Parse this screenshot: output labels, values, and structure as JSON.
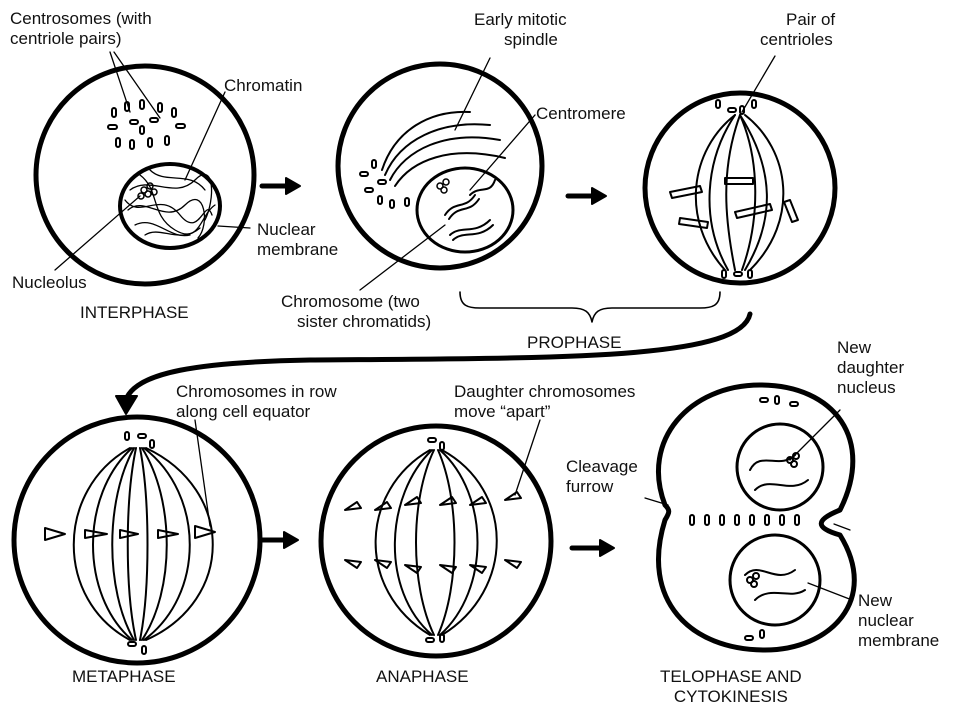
{
  "labels": {
    "centrosomes_l1": "Centrosomes (with",
    "centrosomes_l2": "centriole pairs)",
    "chromatin": "Chromatin",
    "nuclear_membrane_l1": "Nuclear",
    "nuclear_membrane_l2": "membrane",
    "nucleolus": "Nucleolus",
    "early_spindle_l1": "Early mitotic",
    "early_spindle_l2": "spindle",
    "centromere": "Centromere",
    "chromosome_l1": "Chromosome (two",
    "chromosome_l2": "sister chromatids)",
    "pair_centrioles_l1": "Pair of",
    "pair_centrioles_l2": "centrioles",
    "chromosomes_row_l1": "Chromosomes in row",
    "chromosomes_row_l2": "along cell equator",
    "daughter_chrom_l1": "Daughter chromosomes",
    "daughter_chrom_l2": "move “apart”",
    "new_daughter_l1": "New",
    "new_daughter_l2": "daughter",
    "new_daughter_l3": "nucleus",
    "cleavage_l1": "Cleavage",
    "cleavage_l2": "furrow",
    "new_nuclear_l1": "New",
    "new_nuclear_l2": "nuclear",
    "new_nuclear_l3": "membrane"
  },
  "stages": {
    "interphase": "INTERPHASE",
    "prophase": "PROPHASE",
    "metaphase": "METAPHASE",
    "anaphase": "ANAPHASE",
    "telophase_l1": "TELOPHASE AND",
    "telophase_l2": "CYTOKINESIS"
  }
}
